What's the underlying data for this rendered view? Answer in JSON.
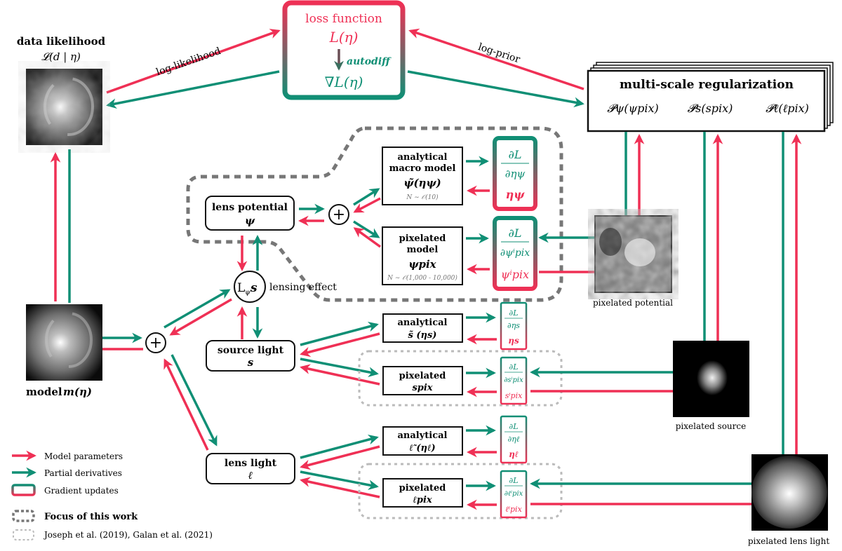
{
  "colors": {
    "model_parameters": "#ef3055",
    "partial_derivatives": "#108f75",
    "box_stroke": "#111111",
    "focus_dash": "#777777",
    "prior_dash": "#bbbbbb"
  },
  "loss": {
    "title": "loss function",
    "expr": "L(η)",
    "autodiff": "autodiff",
    "grad": "∇L(η)"
  },
  "edges": {
    "log_likelihood": "log-likelihood",
    "log_prior": "log-prior",
    "lensing_effect": "lensing effect"
  },
  "data_likelihood": {
    "title": "data likelihood",
    "expr": "𝓛(d | η)"
  },
  "model": {
    "label": "model",
    "expr": "m(η)"
  },
  "regularization": {
    "title": "multi-scale regularization",
    "terms": [
      "𝓟ψ(ψpix)",
      "𝓟s(spix)",
      "𝓟ℓ(ℓpix)"
    ],
    "term_parts": [
      {
        "P": "𝓟",
        "sub": "ψ",
        "arg": "ψ",
        "argsub": "pix"
      },
      {
        "P": "𝓟",
        "sub": "s",
        "arg": "s",
        "argsub": "pix"
      },
      {
        "P": "𝓟",
        "sub": "ℓ",
        "arg": "ℓ",
        "argsub": "pix"
      }
    ]
  },
  "nodes": {
    "lens_potential": {
      "title": "lens potential",
      "sym": "ψ"
    },
    "lensing_op": {
      "sym": "L",
      "sub": "ψ",
      "arg": "s"
    },
    "source_light": {
      "title": "source light",
      "sym": "s"
    },
    "lens_light": {
      "title": "lens light",
      "sym": "ℓ"
    },
    "plus": "+"
  },
  "submodels": {
    "macro": {
      "line1": "analytical",
      "line2": "macro model",
      "sym": "ψ̃(ηψ)",
      "note": "N ∼ 𝒪(10)"
    },
    "pix_pot": {
      "line1": "pixelated",
      "line2": "model",
      "sym": "ψpix",
      "note": "N ∼ 𝒪(1,000 - 10,000)"
    },
    "src_analytic": {
      "line1": "analytical",
      "sym": "s̃ (ηs)"
    },
    "src_pix": {
      "line1": "pixelated",
      "sym": "spix"
    },
    "ll_analytic": {
      "line1": "analytical",
      "sym": "ℓ̃ (ηℓ)"
    },
    "ll_pix": {
      "line1": "pixelated",
      "sym": "ℓpix"
    }
  },
  "gradients": {
    "macro": {
      "num": "∂L",
      "den": "∂ηψ",
      "param": "ηψ"
    },
    "pix_pot": {
      "num": "∂L",
      "den": "∂ψⁱpix",
      "param": "ψⁱpix"
    },
    "src_analytic": {
      "num": "∂L",
      "den": "∂ηs",
      "param": "ηs"
    },
    "src_pix": {
      "num": "∂L",
      "den": "∂sⁱpix",
      "param": "sⁱpix"
    },
    "ll_analytic": {
      "num": "∂L",
      "den": "∂ηℓ",
      "param": "ηℓ"
    },
    "ll_pix": {
      "num": "∂L",
      "den": "∂ℓⁱpix",
      "param": "ℓⁱpix"
    }
  },
  "images": {
    "pixelated_potential": "pixelated potential",
    "pixelated_source": "pixelated source",
    "pixelated_lens_light": "pixelated lens light"
  },
  "legend": {
    "items": [
      {
        "label": "Model parameters",
        "kind": "red-arrow"
      },
      {
        "label": "Partial derivatives",
        "kind": "green-arrow"
      },
      {
        "label": "Gradient updates",
        "kind": "gradient-box"
      },
      {
        "label": "Focus of this work",
        "kind": "dark-dashed"
      },
      {
        "label": "Joseph et al. (2019), Galan et al. (2021)",
        "kind": "light-dashed"
      }
    ]
  }
}
